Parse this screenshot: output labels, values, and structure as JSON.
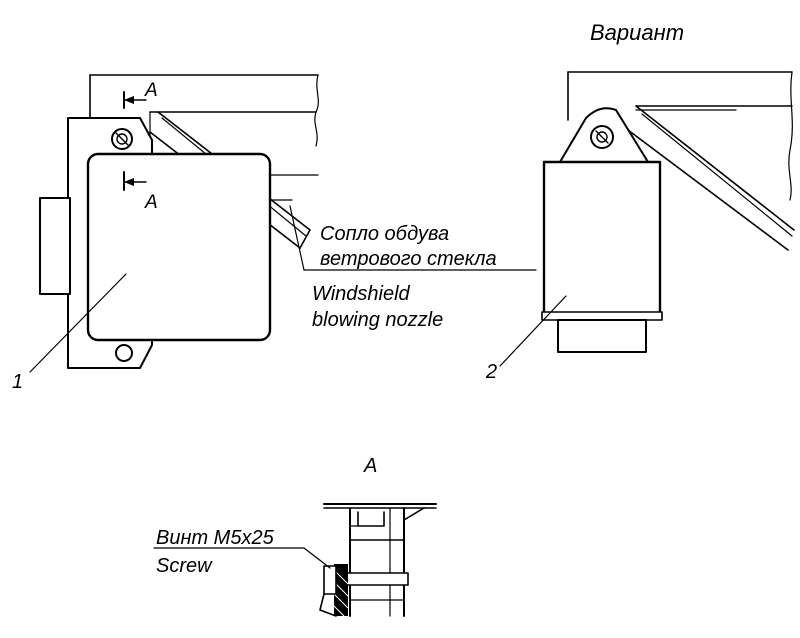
{
  "labels": {
    "variant": "Вариант",
    "section_top": "A",
    "section_bottom": "A",
    "nozzle_ru_line1": "Сопло обдува",
    "nozzle_ru_line2": "ветрового стекла",
    "nozzle_en_line1": "Windshield",
    "nozzle_en_line2": "blowing nozzle",
    "item_1": "1",
    "item_2": "2",
    "view_a": "A",
    "screw_ru": "Винт М5x25",
    "screw_en": "Screw"
  },
  "colors": {
    "ink": "#000000",
    "paper": "#ffffff"
  }
}
